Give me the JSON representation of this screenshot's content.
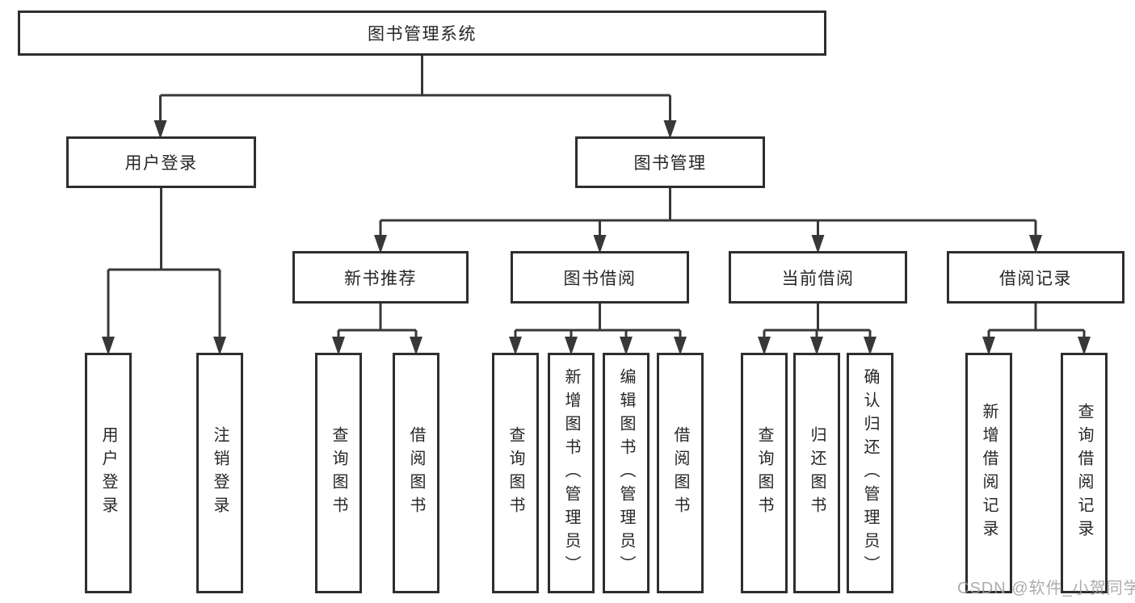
{
  "tree": {
    "root": {
      "label": "图书管理系统"
    },
    "branches": [
      {
        "label": "用户登录",
        "children": [
          {
            "label": "用户登录"
          },
          {
            "label": "注销登录"
          }
        ]
      },
      {
        "label": "图书管理",
        "children": [
          {
            "label": "新书推荐",
            "children": [
              {
                "label": "查询图书"
              },
              {
                "label": "借阅图书"
              }
            ]
          },
          {
            "label": "图书借阅",
            "children": [
              {
                "label": "查询图书"
              },
              {
                "label": "新增图书（管理员）"
              },
              {
                "label": "编辑图书（管理员）"
              },
              {
                "label": "借阅图书"
              }
            ]
          },
          {
            "label": "当前借阅",
            "children": [
              {
                "label": "查询图书"
              },
              {
                "label": "归还图书"
              },
              {
                "label": "确认归还（管理员）"
              }
            ]
          },
          {
            "label": "借阅记录",
            "children": [
              {
                "label": "新增借阅记录"
              },
              {
                "label": "查询借阅记录"
              }
            ]
          }
        ]
      }
    ]
  },
  "watermark": {
    "text": "CSDN @软件_小贺同学"
  },
  "colors": {
    "line": "#383838",
    "box_border": "#2e2e2e",
    "text": "#262626",
    "watermark": "#9e9e9e",
    "background": "#ffffff"
  }
}
